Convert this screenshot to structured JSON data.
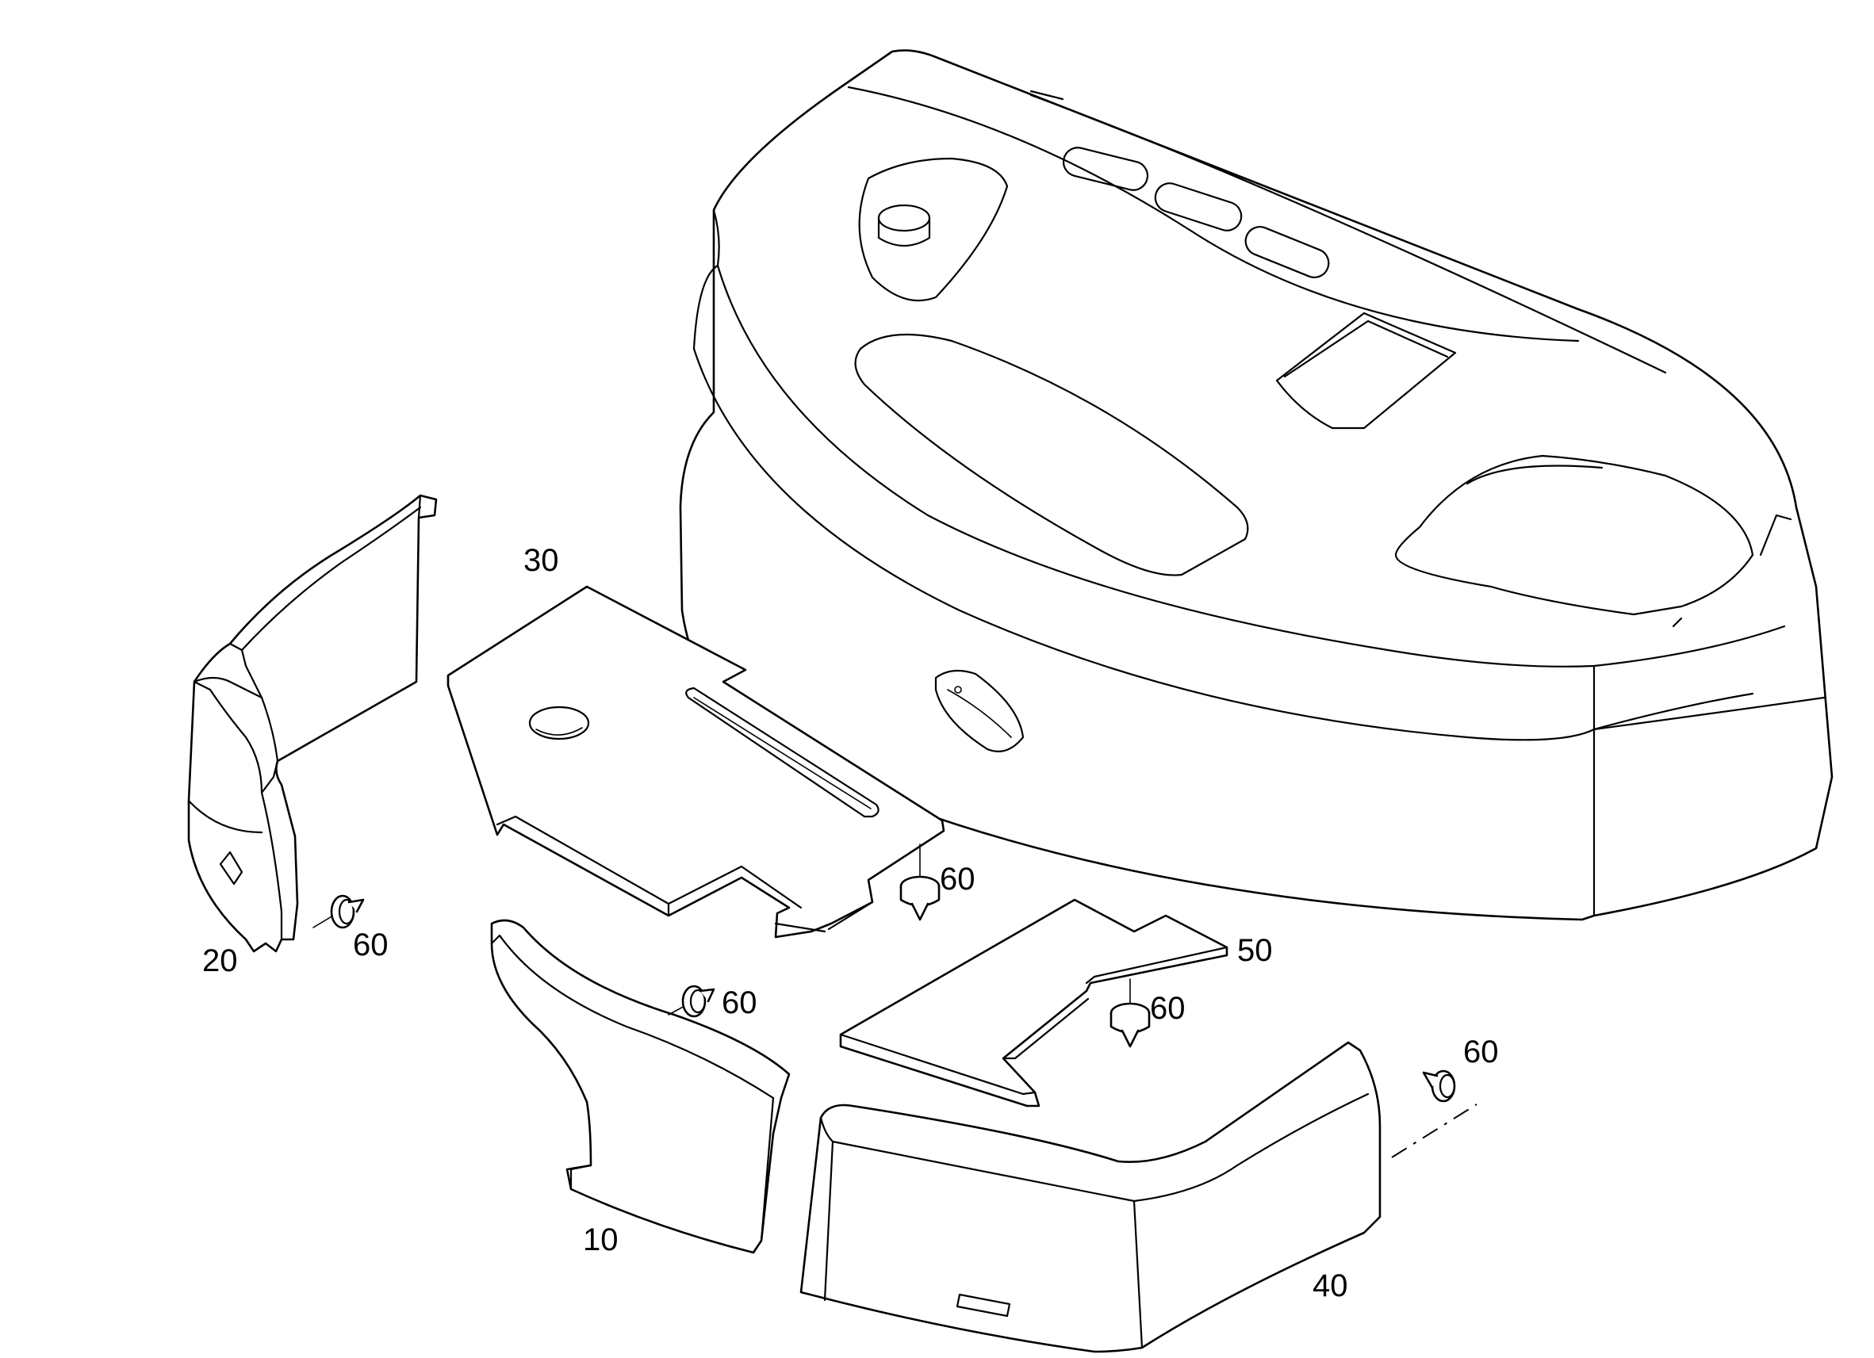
{
  "diagram": {
    "callouts": {
      "part_10": "10",
      "part_20": "20",
      "part_30": "30",
      "part_40": "40",
      "part_50": "50",
      "fastener_a": "60",
      "fastener_b": "60",
      "fastener_c": "60",
      "fastener_d": "60",
      "fastener_e": "60"
    },
    "colors": {
      "line": "#000000",
      "background": "#ffffff"
    }
  }
}
